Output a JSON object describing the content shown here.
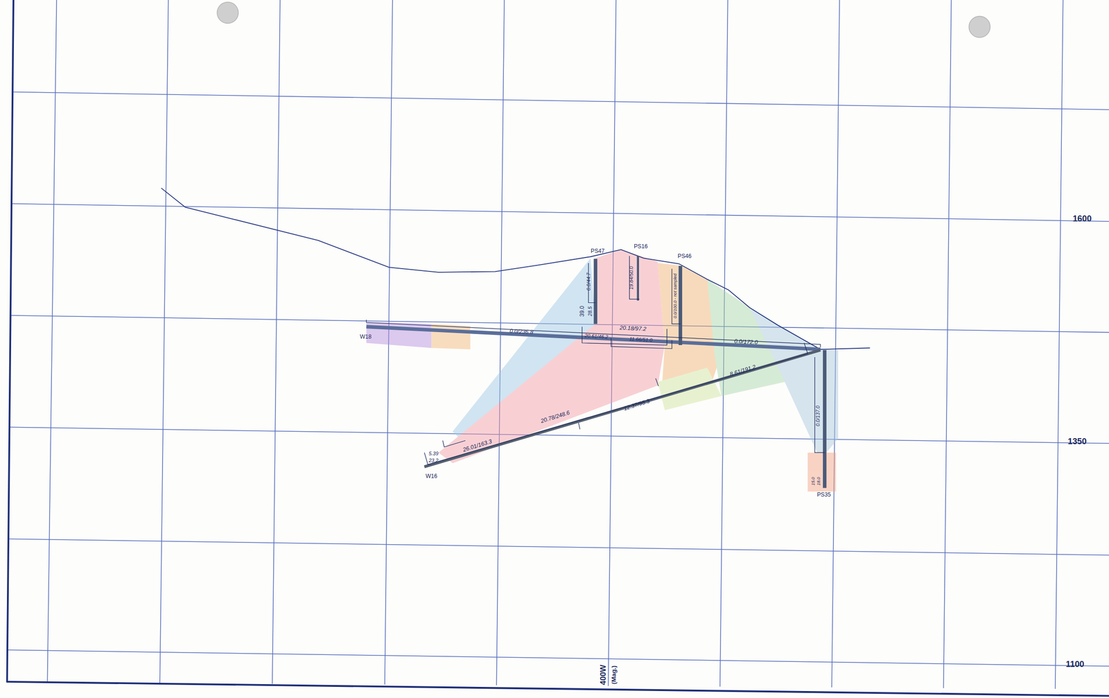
{
  "diagram": {
    "labels": [
      "1600",
      "1350",
      "1100",
      "400W",
      "(Mag.)",
      "PS47",
      "PS16",
      "PS46",
      "W18",
      "W16",
      "PS35",
      "0.0/236.8",
      "20.18/97.2",
      "20.61/46.2",
      "11.66/51.0",
      "0.0/172.0",
      "8.61/191.2",
      "12.37/95.3",
      "20.78/248.6",
      "26.01/163.3",
      "5.39",
      "23.2",
      "0.0/44.7",
      "39.0",
      "28.5",
      "19.84/50.0",
      "0.0/100.0 - not sampled",
      "0.0/137.0",
      "15.0",
      "18.0"
    ]
  }
}
